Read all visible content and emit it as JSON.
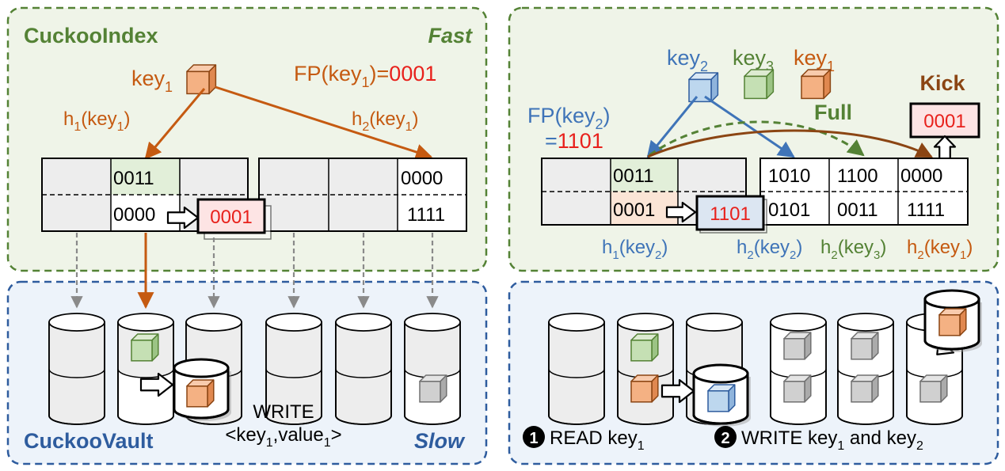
{
  "colors": {
    "green": "#548235",
    "blue": "#2E5C9E",
    "blue_label": "#3F74B8",
    "orange": "#C55A11",
    "orange_dark": "#8B4513",
    "red": "#E8211C",
    "panel_green_fill": "#EFF4E8",
    "panel_blue_fill": "#EDF3FA"
  },
  "icons": [
    "cube-icon",
    "database-cylinder-icon",
    "insert-arrow-icon"
  ],
  "top_left": {
    "title": "CuckooIndex",
    "speed": "Fast",
    "key": {
      "base": "key",
      "sub": "1"
    },
    "fp": {
      "pre": "FP(key",
      "sub": "1",
      "post": ")=",
      "value": "0001"
    },
    "h1": {
      "pre": "h",
      "s1": "1",
      "mid": "(key",
      "s2": "1",
      "post": ")"
    },
    "h2": {
      "pre": "h",
      "s1": "2",
      "mid": "(key",
      "s2": "1",
      "post": ")"
    },
    "cells": {
      "b2_top": "0011",
      "b2_bot": "0000",
      "b6_top": "0000",
      "b6_bot": "1111",
      "inserted": "0001"
    }
  },
  "bottom_left": {
    "title": "CuckooVault",
    "speed": "Slow",
    "write_label": "WRITE",
    "write_pair": {
      "pre": "<key",
      "s1": "1",
      "mid": ",value",
      "s2": "1",
      "post": ">"
    }
  },
  "top_right": {
    "keys": [
      {
        "base": "key",
        "sub": "2"
      },
      {
        "base": "key",
        "sub": "3"
      },
      {
        "base": "key",
        "sub": "1"
      }
    ],
    "fp": {
      "pre": "FP(key",
      "sub": "2",
      "post": ")",
      "eq": "=",
      "value": "1101"
    },
    "kick_label": "Kick",
    "kick_value": "0001",
    "full_label": "Full",
    "cells": {
      "b2_top": "0011",
      "b2_bot": "0001",
      "b4_top": "1010",
      "b4_bot": "0101",
      "b5_top": "1100",
      "b5_bot": "0011",
      "b6_top": "0000",
      "b6_bot": "1111",
      "inserted": "1101"
    },
    "hash_labels": [
      {
        "pre": "h",
        "s1": "1",
        "mid": "(key",
        "s2": "2",
        "post": ")"
      },
      {
        "pre": "h",
        "s1": "2",
        "mid": "(key",
        "s2": "2",
        "post": ")"
      },
      {
        "pre": "h",
        "s1": "2",
        "mid": "(key",
        "s2": "3",
        "post": ")"
      },
      {
        "pre": "h",
        "s1": "2",
        "mid": "(key",
        "s2": "1",
        "post": ")"
      }
    ]
  },
  "bottom_right": {
    "step1": {
      "num": "1",
      "pre": "READ key",
      "sub": "1"
    },
    "step2": {
      "num": "2",
      "pre": "WRITE key",
      "s1": "1",
      "mid": " and key",
      "s2": "2"
    }
  }
}
